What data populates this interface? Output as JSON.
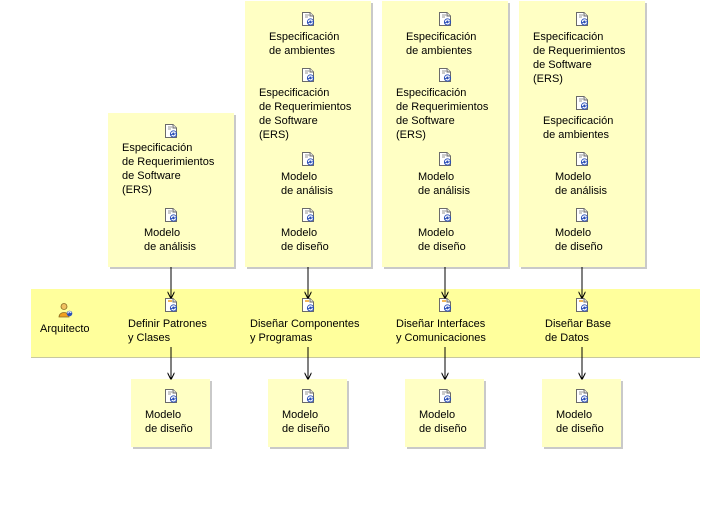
{
  "role": {
    "label": "Arquitecto"
  },
  "tasks": [
    {
      "label": "Definir Patrones\ny Clases"
    },
    {
      "label": "Diseñar Componentes\ny Programas"
    },
    {
      "label": "Diseñar Interfaces\ny Comunicaciones"
    },
    {
      "label": "Diseñar Base\nde Datos"
    }
  ],
  "inputs": [
    {
      "items": [
        {
          "label": "Especificación\nde Requerimientos\nde Software\n(ERS)"
        },
        {
          "label": "Modelo\nde análisis"
        }
      ]
    },
    {
      "items": [
        {
          "label": "Especificación\nde ambientes"
        },
        {
          "label": "Especificación\nde Requerimientos\nde Software\n(ERS)"
        },
        {
          "label": "Modelo\nde análisis"
        },
        {
          "label": "Modelo\nde diseño"
        }
      ]
    },
    {
      "items": [
        {
          "label": "Especificación\nde ambientes"
        },
        {
          "label": "Especificación\nde Requerimientos\nde Software\n(ERS)"
        },
        {
          "label": "Modelo\nde análisis"
        },
        {
          "label": "Modelo\nde diseño"
        }
      ]
    },
    {
      "items": [
        {
          "label": "Especificación\nde Requerimientos\nde Software\n(ERS)"
        },
        {
          "label": "Especificación\nde ambientes"
        },
        {
          "label": "Modelo\nde análisis"
        },
        {
          "label": "Modelo\nde diseño"
        }
      ]
    }
  ],
  "outputs": [
    {
      "label": "Modelo\nde diseño"
    },
    {
      "label": "Modelo\nde diseño"
    },
    {
      "label": "Modelo\nde diseño"
    },
    {
      "label": "Modelo\nde diseño"
    }
  ],
  "colors": {
    "box": "#ffffc4",
    "lane": "#ffff9c",
    "icon_blue": "#2a4fb8",
    "icon_orange": "#f0a020"
  }
}
